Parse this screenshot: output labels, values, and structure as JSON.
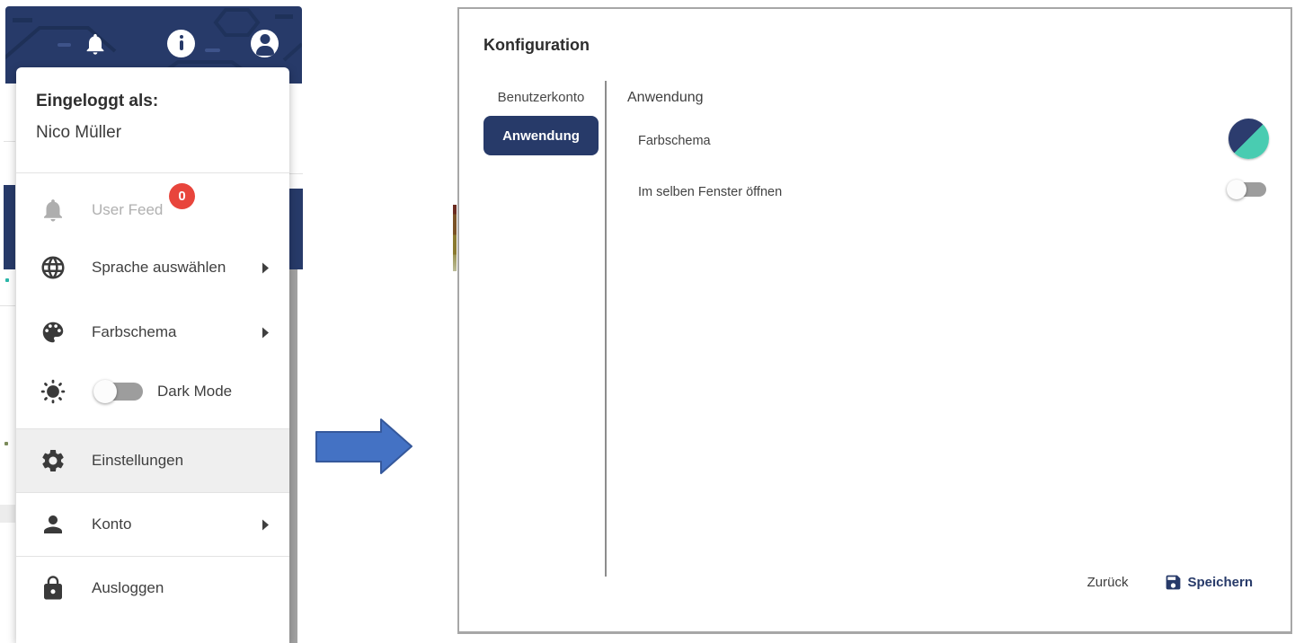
{
  "user_menu": {
    "logged_in_label": "Eingeloggt als:",
    "user_name": "Nico Müller",
    "items": [
      {
        "label": "User Feed",
        "icon": "bell-icon",
        "badge": "0",
        "disabled": true
      },
      {
        "label": "Sprache auswählen",
        "icon": "globe-icon",
        "submenu": true
      },
      {
        "label": "Farbschema",
        "icon": "palette-icon",
        "submenu": true
      },
      {
        "label": "Dark Mode",
        "icon": "sun-icon",
        "toggle_state": "off"
      },
      {
        "label": "Einstellungen",
        "icon": "gear-icon",
        "highlighted": true
      },
      {
        "label": "Konto",
        "icon": "person-icon",
        "submenu": true
      },
      {
        "label": "Ausloggen",
        "icon": "lock-icon"
      }
    ]
  },
  "dialog": {
    "title": "Konfiguration",
    "tabs": [
      {
        "label": "Benutzerkonto",
        "active": false
      },
      {
        "label": "Anwendung",
        "active": true
      }
    ],
    "section_heading": "Anwendung",
    "settings": [
      {
        "label": "Farbschema",
        "control": "color-swatch"
      },
      {
        "label": "Im selben Fenster öffnen",
        "control": "toggle",
        "state": "off"
      }
    ],
    "footer": {
      "back_label": "Zurück",
      "save_label": "Speichern"
    }
  },
  "colors": {
    "navy": "#273a69",
    "teal": "#49ccb1",
    "badge_red": "#e8453c",
    "arrow_blue": "#4472c4",
    "arrow_border": "#35589b"
  }
}
